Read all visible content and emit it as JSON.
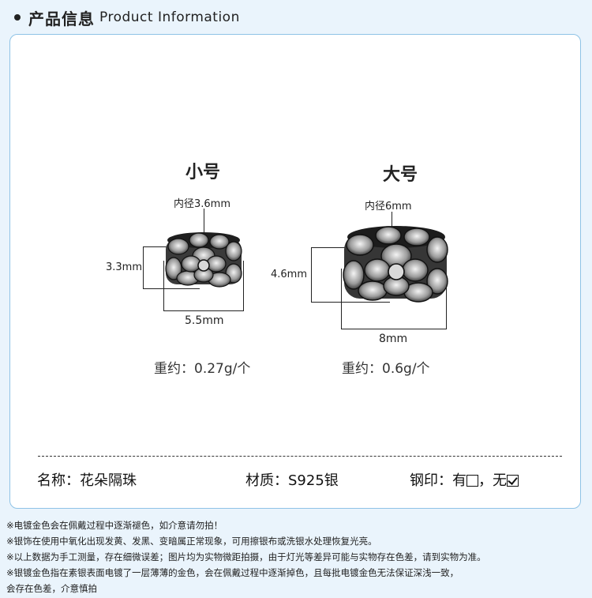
{
  "header": {
    "title_zh": "产品信息",
    "title_en": "Product Information"
  },
  "small": {
    "title": "小号",
    "inner": "内径3.6mm",
    "height": "3.3mm",
    "width": "5.5mm",
    "weight": "重约：0.27g/个"
  },
  "large": {
    "title": "大号",
    "inner": "内径6mm",
    "height": "4.6mm",
    "width": "8mm",
    "weight": "重约：0.6g/个"
  },
  "info": {
    "name": "名称：花朵隔珠",
    "material": "材质：S925银",
    "stamp_label": "钢印：有",
    "stamp_sep": "，无"
  },
  "notes": [
    "※电镀金色会在佩戴过程中逐渐褪色，如介意请勿拍！",
    "※银饰在使用中氧化出现发黄、发黑、变暗属正常现象，可用擦银布或洗银水处理恢复光亮。",
    "※以上数据为手工测量，存在细微误差；图片均为实物微距拍摄，由于灯光等差异可能与实物存在色差，请到实物为准。",
    "※银镀金色指在素银表面电镀了一层薄薄的金色，会在佩戴过程中逐渐掉色，且每批电镀金色无法保证深浅一致，",
    "会存在色差，介意慎拍"
  ]
}
